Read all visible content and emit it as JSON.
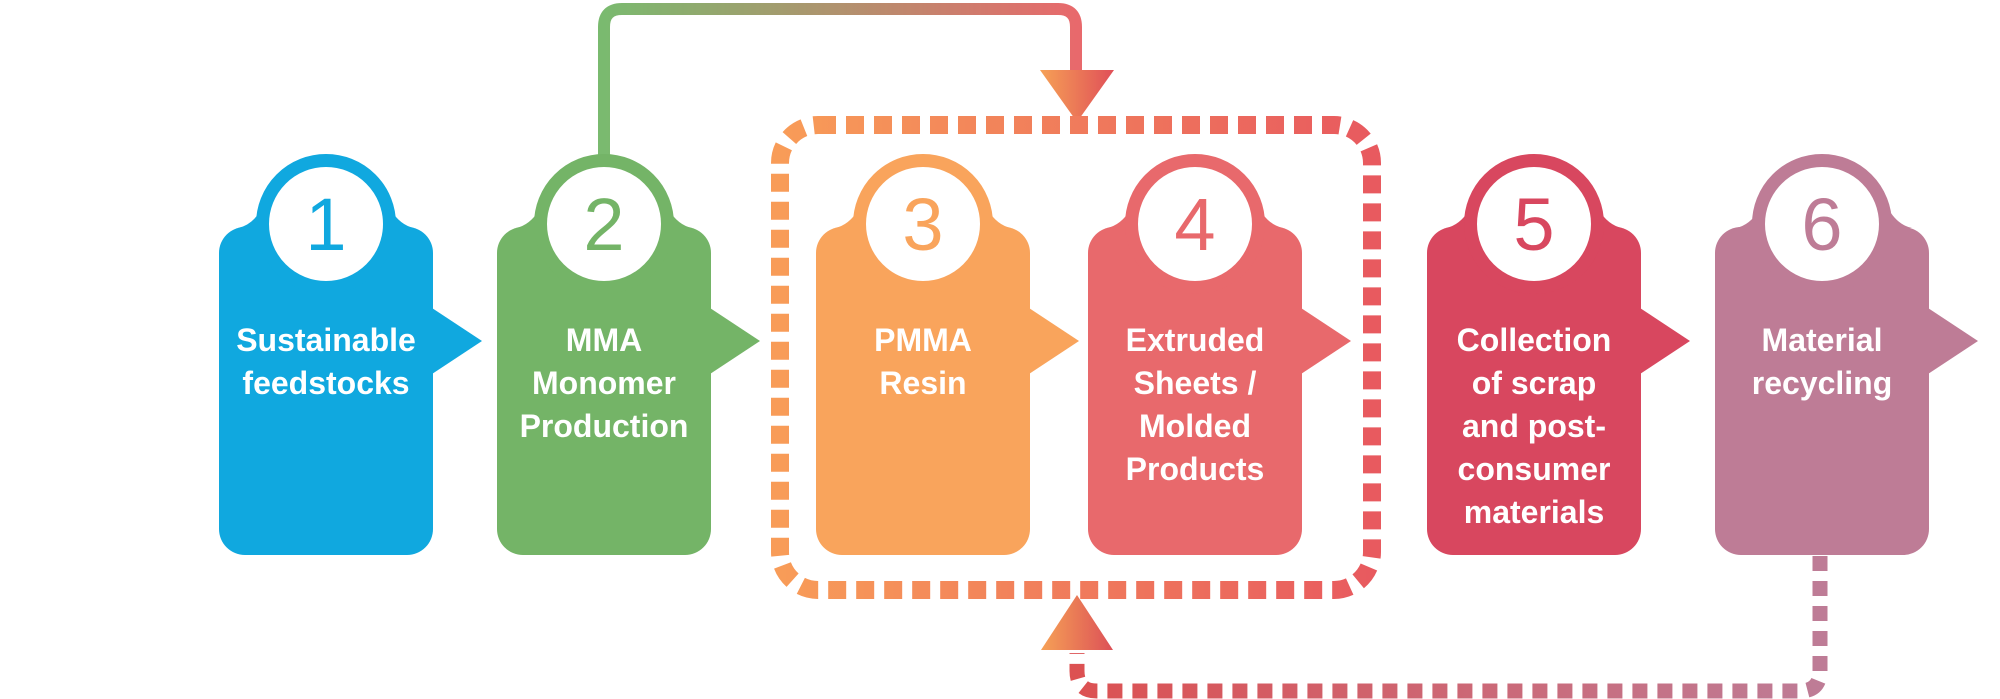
{
  "diagram_title": "",
  "background": "#FFFFFF",
  "steps": [
    {
      "num": "1",
      "label": "Sustainable\nfeedstocks",
      "color": "#10A8DF"
    },
    {
      "num": "2",
      "label": "MMA\nMonomer\nProduction",
      "color": "#74B467"
    },
    {
      "num": "3",
      "label": "PMMA\nResin",
      "color": "#F9A45C"
    },
    {
      "num": "4",
      "label": "Extruded\nSheets /\nMolded\nProducts",
      "color": "#E8696C"
    },
    {
      "num": "5",
      "label": "Collection\nof scrap\nand post-\nconsumer\nmaterials",
      "color": "#D8475F"
    },
    {
      "num": "6",
      "label": "Material\nrecycling",
      "color": "#BE7C96"
    }
  ],
  "connectors": {
    "solid_arrow_gradient": [
      "#7ABA6F",
      "#E8696C"
    ],
    "down_arrowhead_gradient": [
      "#F6A156",
      "#E04F58"
    ],
    "loop_frame_gradient": [
      "#F89C58",
      "#E85A5F"
    ],
    "return_arrow_gradient": [
      "#DC5152",
      "#BE7C96"
    ],
    "up_arrowhead_gradient": [
      "#F6A156",
      "#DC4F57"
    ]
  }
}
